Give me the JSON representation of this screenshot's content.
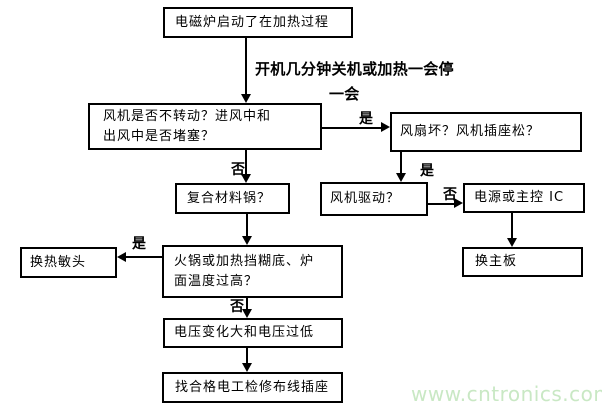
{
  "nodes": {
    "start": {
      "text": "电磁炉启动了在加热过程"
    },
    "fan_check": {
      "line1": "风机是否不转动？进风中和",
      "line2": "出风中是否堵塞？"
    },
    "fan_broken": {
      "text": "风扇坏？风机插座松？"
    },
    "composite_pot": {
      "text": "复合材料锅？"
    },
    "fan_drive": {
      "text": "风机驱动？"
    },
    "power_ic": {
      "text": "电源或主控 IC"
    },
    "replace_mainboard": {
      "text": "换主板"
    },
    "replace_thermal_head": {
      "text": "换热敏头"
    },
    "pot_overheat": {
      "line1": "火锅或加热挡糊底、炉",
      "line2": "面温度过高？"
    },
    "voltage": {
      "text": "电压变化大和电压过低"
    },
    "electrician": {
      "text": "找合格电工检修布线插座"
    }
  },
  "edge_labels": {
    "condition_line1": "开机几分钟关机或加热一会停",
    "condition_line2": "一会",
    "yes_to_fan_broken": "是",
    "no_to_composite_pot": "否",
    "yes_to_fan_drive": "是",
    "no_to_power_ic": "否",
    "yes_to_replace_thermal_head": "是",
    "no_to_voltage": "否"
  },
  "watermark": {
    "text": "www.cntronics.com",
    "color": "#c9e8c4"
  },
  "colors": {
    "background": "#ffffff",
    "line": "#000000",
    "text": "#000000"
  }
}
